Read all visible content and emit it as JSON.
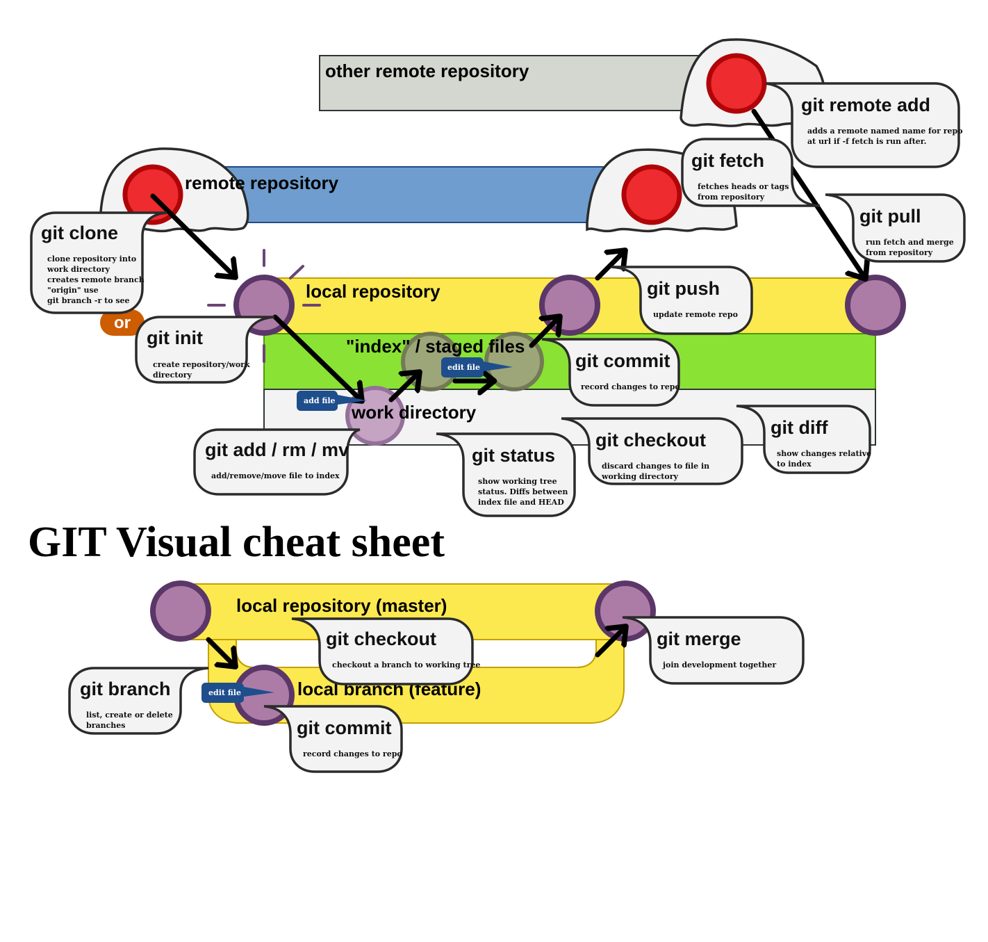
{
  "title": "GIT Visual cheat sheet",
  "colors": {
    "remote_bar": "#6f9dcf",
    "other_remote_bar": "#d3d7cf",
    "local_bar": "#fce94f",
    "index_bar": "#8ae234",
    "work_bar": "#f3f3f3",
    "remote_node": "#ee2b2f",
    "local_node": "#ac7ca6",
    "tag": "#1f4e8c",
    "or_badge": "#ce5c00"
  },
  "areas": {
    "other_remote": "other remote repository",
    "remote": "remote repository",
    "local": "local repository",
    "index": "\"index\" / staged files",
    "work": "work directory",
    "master": "local repository (master)",
    "feature": "local branch (feature)"
  },
  "tags": {
    "add_file": "add file",
    "edit_file_index": "edit file",
    "edit_file_branch": "edit file"
  },
  "or_label": "or",
  "commands": {
    "clone": {
      "name": "git clone",
      "desc": [
        "clone repository into",
        "work directory",
        "creates remote branch",
        "\"origin\" use",
        "git branch -r to see"
      ]
    },
    "init": {
      "name": "git init",
      "desc": [
        "create repository/work",
        "directory"
      ]
    },
    "remote_add": {
      "name": "git remote add",
      "desc": [
        "adds a remote named name for repo",
        "at url if -f fetch is run after."
      ]
    },
    "fetch": {
      "name": "git fetch",
      "desc": [
        "fetches heads or tags",
        "from repository"
      ]
    },
    "pull": {
      "name": "git pull",
      "desc": [
        "run fetch and merge",
        "from repository"
      ]
    },
    "push": {
      "name": "git push",
      "desc": [
        "update remote repo"
      ]
    },
    "commit": {
      "name": "git commit",
      "desc": [
        "record changes to repo"
      ]
    },
    "add": {
      "name": "git add / rm / mv",
      "desc": [
        "add/remove/move file to index"
      ]
    },
    "status": {
      "name": "git status",
      "desc": [
        "show working tree",
        "status.  Diffs between",
        "index file and HEAD"
      ]
    },
    "checkout": {
      "name": "git checkout",
      "desc": [
        "discard changes to file in",
        "working directory"
      ]
    },
    "diff": {
      "name": "git diff",
      "desc": [
        "show changes relative",
        "to index"
      ]
    },
    "branch_checkout": {
      "name": "git checkout",
      "desc": [
        "checkout a branch to working tree"
      ]
    },
    "merge": {
      "name": "git merge",
      "desc": [
        "join development together"
      ]
    },
    "branch": {
      "name": "git branch",
      "desc": [
        "list, create or delete",
        "branches"
      ]
    },
    "branch_commit": {
      "name": "git commit",
      "desc": [
        "record changes to repo"
      ]
    }
  }
}
